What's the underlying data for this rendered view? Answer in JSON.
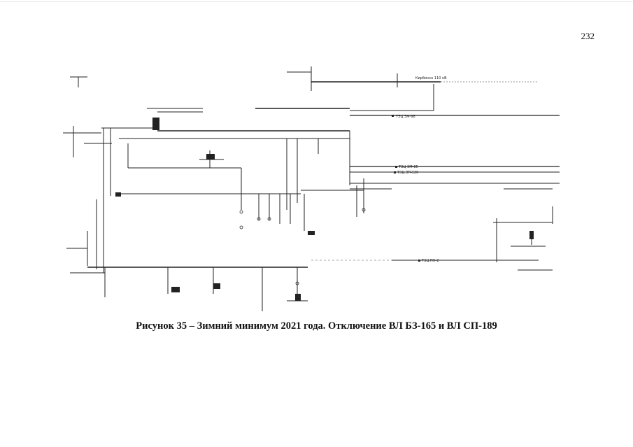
{
  "page": {
    "number": "232"
  },
  "figure": {
    "caption": "Рисунок 35 – Зимний минимум 2021 года. Отключение ВЛ БЗ-165 и ВЛ СП-189"
  },
  "schematic": {
    "visible_labels": [
      "Кирбинск 110 кВ",
      "ТЭЦ ЗМ-98",
      "ТЭЦ ЗМ-85",
      "ТЭЦ ЗП-120",
      "ТЭЦ ПН-2"
    ]
  }
}
